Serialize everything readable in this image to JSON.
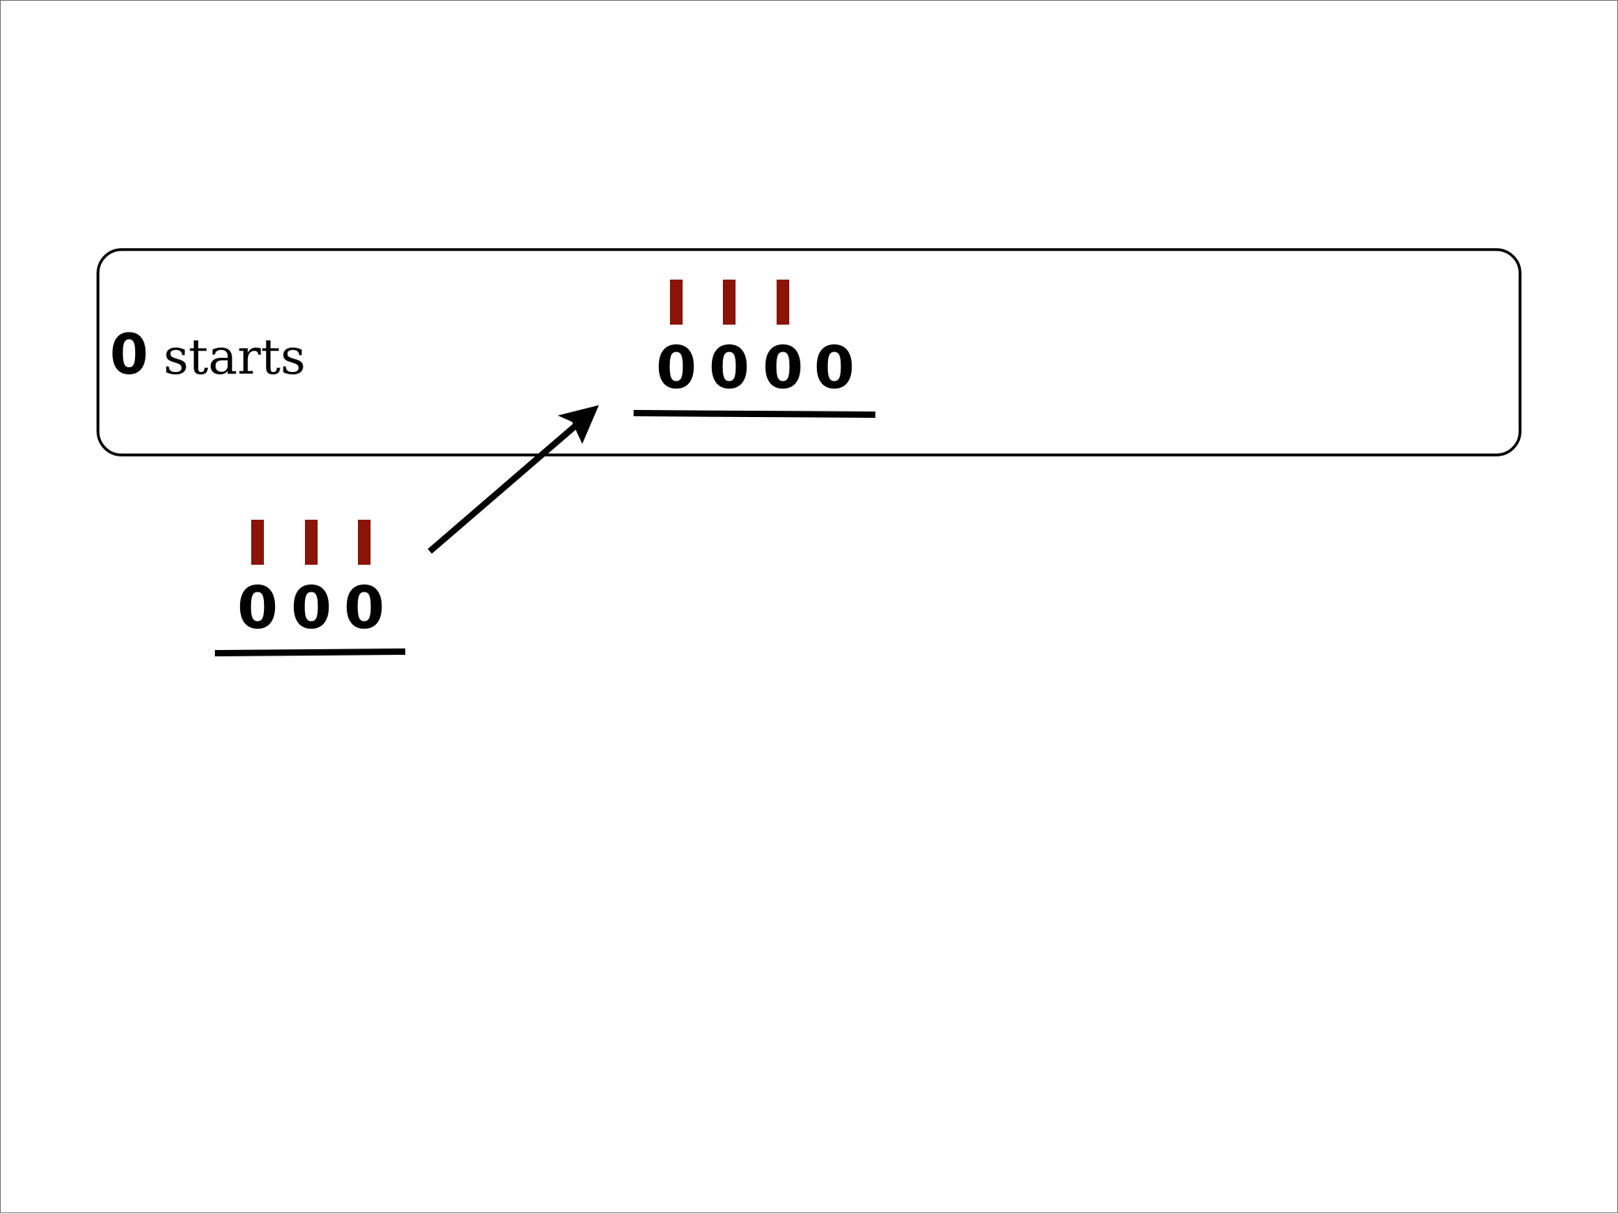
{
  "container": {
    "label_count": "0",
    "label_word": "starts"
  },
  "upper_group": {
    "digits": [
      "0",
      "0",
      "0",
      "0"
    ],
    "marker_count": 3
  },
  "lower_group": {
    "digits": [
      "0",
      "0",
      "0"
    ],
    "marker_count": 3
  },
  "colors": {
    "marker": "#8b1408",
    "stroke": "#000000",
    "background": "#ffffff"
  },
  "icons": {
    "arrow": "arrow-up-right-icon"
  }
}
